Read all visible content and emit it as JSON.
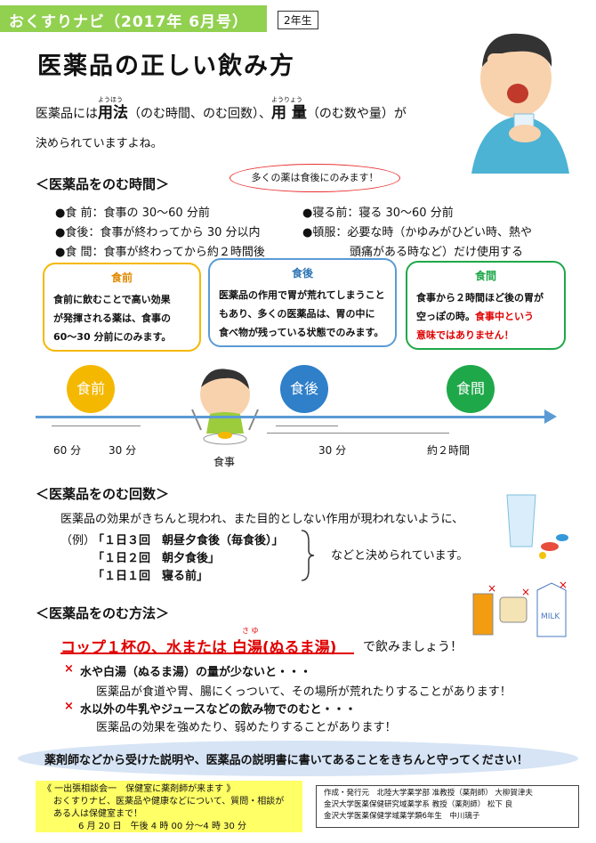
{
  "header": {
    "title": "おくすりナビ（2017年 6月号）",
    "grade": "2年生"
  },
  "main_title": "医薬品の正しい飲み方",
  "intro": {
    "prefix": "医薬品には",
    "term1": "用法",
    "term1_ruby": "ようほう",
    "term1_note": "（のむ時間、のむ回数）、",
    "term2": "用 量",
    "term2_ruby": "ようりょう",
    "term2_note": "（のむ数や量）が",
    "line2": "決められていますよね。"
  },
  "timing": {
    "heading": "＜医薬品をのむ時間＞",
    "bubble": "多くの薬は食後にのみます！",
    "items_left": [
      "●食 前：食事の 30〜60 分前",
      "●食後：食事が終わってから 30 分以内",
      "●食 間：食事が終わってから約２時間後"
    ],
    "items_right": [
      "●寝る前：寝る 30〜60 分前",
      "●頓服：必要な時（かゆみがひどい時、熱や",
      "頭痛がある時など）だけ使用する"
    ],
    "cards": [
      {
        "title": "食前",
        "body": [
          "食前に飲むことで高い効果",
          "が発揮される薬は、食事の",
          "60〜30 分前にのみます。"
        ]
      },
      {
        "title": "食後",
        "body": [
          "医薬品の作用で胃が荒れてしまうこと",
          "もあり、多くの医薬品は、胃の中に",
          "食べ物が残っている状態でのみます。"
        ]
      },
      {
        "title": "食間",
        "body": [
          "食事から２時間ほど後の胃が",
          "空っぽの時。"
        ],
        "emph": [
          "食事中という",
          "意味ではありません！"
        ]
      }
    ],
    "circles": [
      "食前",
      "食後",
      "食間"
    ],
    "meal_label": "食事",
    "ticks": [
      "60 分",
      "30 分",
      "30 分",
      "約２時間"
    ]
  },
  "frequency": {
    "heading": "＜医薬品をのむ回数＞",
    "desc": "医薬品の効果がきちんと現われ、また目的としない作用が現われないように、",
    "example_label": "（例）",
    "examples": [
      "「１日３回　朝昼夕食後（毎食後）」",
      "「１日２回　朝夕食後」",
      "「１日１回　寝る前」"
    ],
    "note": "などと決められています。"
  },
  "method": {
    "heading": "＜医薬品をのむ方法＞",
    "main": "コップ１杯の、水または 白湯(ぬるま湯)",
    "main_ruby": "さ ゆ",
    "main_tail": "で飲みましょう！",
    "points": [
      {
        "mark": "×",
        "title": "水や白湯（ぬるま湯）の量が少ないと・・・",
        "detail": "医薬品が食道や胃、腸にくっついて、その場所が荒れたりすることがあります！"
      },
      {
        "mark": "×",
        "title": "水以外の牛乳やジュースなどの飲み物でのむと・・・",
        "detail": "医薬品の効果を強めたり、弱めたりすることがあります！"
      }
    ]
  },
  "footer": {
    "message": "薬剤師などから受けた説明や、医薬品の説明書に書いてあることをきちんと守ってください！",
    "consult": [
      "《 一出張相談会一　保健室に薬剤師が来ます 》",
      "おくすりナビ、医薬品や健康などについて、質問・相談が",
      "ある人は保健室まで！",
      "6 月 20 日　午後 4 時 00 分〜4 時 30 分"
    ],
    "credits": [
      "作成・発行元　北陸大学薬学部 准教授（薬剤師） 大柳賀津夫",
      "金沢大学医薬保健研究域薬学系 教授（薬剤師） 松下 良",
      "金沢大学医薬保健学域薬学類6年生　中川璃子"
    ]
  },
  "colors": {
    "green": "#92d050",
    "blue": "#5b9bd5",
    "yellow": "#f5b800",
    "red": "#e00000",
    "green_circle": "#1fa84a"
  }
}
